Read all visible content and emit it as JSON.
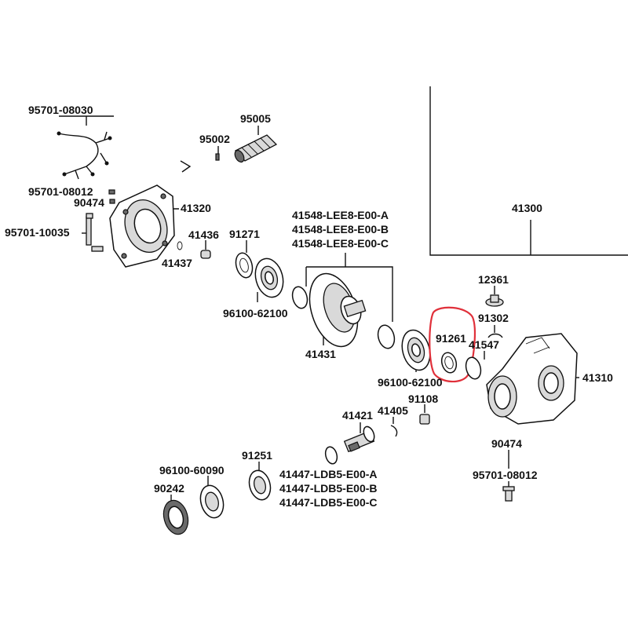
{
  "accent_color": "#e0303a",
  "labels": {
    "l95701_08030": "95701-08030",
    "l95005": "95005",
    "l95002": "95002",
    "l95701_08012_a": "95701-08012",
    "l90474_a": "90474",
    "l41320": "41320",
    "l95701_10035": "95701-10035",
    "l41436": "41436",
    "l41437": "41437",
    "l91271": "91271",
    "l41548_a": "41548-LEE8-E00-A",
    "l41548_b": "41548-LEE8-E00-B",
    "l41548_c": "41548-LEE8-E00-C",
    "l41300": "41300",
    "l12361": "12361",
    "l96100_62100_a": "96100-62100",
    "l91302": "91302",
    "l91261": "91261",
    "l41547": "41547",
    "l41431": "41431",
    "l41310": "41310",
    "l96100_62100_b": "96100-62100",
    "l91108": "91108",
    "l41421": "41421",
    "l41405": "41405",
    "l90474_b": "90474",
    "l91251": "91251",
    "l96100_60090": "96100-60090",
    "l95701_08012_b": "95701-08012",
    "l90242": "90242",
    "l41447_a": "41447-LDB5-E00-A",
    "l41447_b": "41447-LDB5-E00-B",
    "l41447_c": "41447-LDB5-E00-C"
  }
}
